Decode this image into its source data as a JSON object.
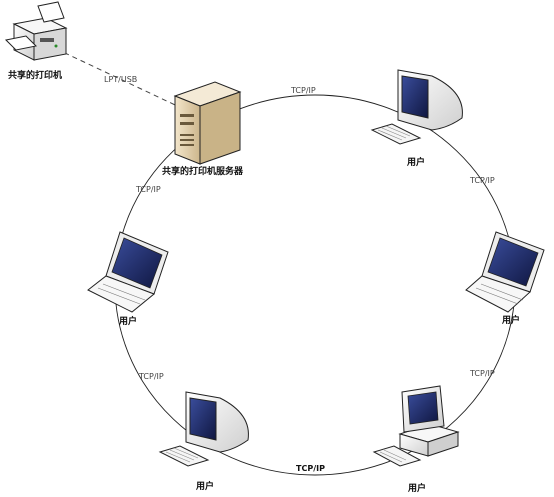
{
  "nodes": {
    "printer": {
      "label": "共享的打印机"
    },
    "server": {
      "label": "共享的打印机服务器"
    },
    "user_top_right": {
      "label": "用户"
    },
    "user_right": {
      "label": "用户"
    },
    "user_bottom_right": {
      "label": "用户"
    },
    "user_bottom_left": {
      "label": "用户"
    },
    "user_left": {
      "label": "用户"
    }
  },
  "links": {
    "printer_server": "LPT/USB",
    "server_top_right": "TCP/IP",
    "top_right_right": "TCP/IP",
    "right_bottom_right": "TCP/IP",
    "bottom_left_bottom_right": "TCP/IP",
    "left_bottom_left": "TCP/IP",
    "server_left": "TCP/IP"
  },
  "colors": {
    "ring": "#222222",
    "dash": "#444444",
    "server_body": "#e8d8bb",
    "device_body": "#f2f2f2",
    "screen": "#1d2a6b"
  }
}
